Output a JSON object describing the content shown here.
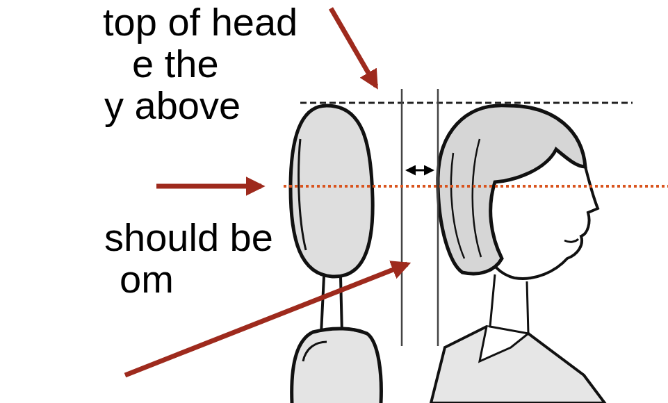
{
  "diagram": {
    "labels": [
      "top of head",
      "e the",
      "y above",
      "should be",
      "om"
    ]
  }
}
